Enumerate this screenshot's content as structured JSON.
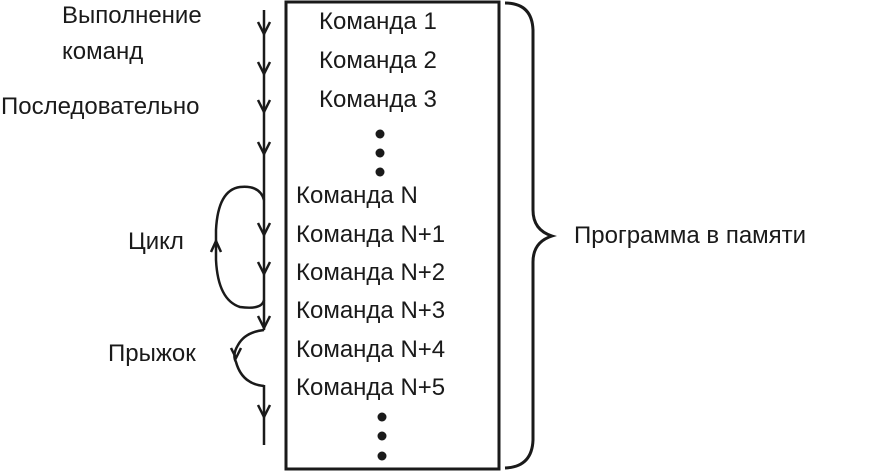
{
  "labels": {
    "execution_line1": "Выполнение",
    "execution_line2": "команд",
    "sequential": "Последовательно",
    "loop": "Цикл",
    "jump": "Прыжок",
    "program_in_memory": "Программа в памяти"
  },
  "commands": [
    "Команда 1",
    "Команда 2",
    "Команда 3",
    "Команда N",
    "Команда N+1",
    "Команда N+2",
    "Команда N+3",
    "Команда N+4",
    "Команда N+5"
  ],
  "colors": {
    "stroke": "#1a1a1a",
    "background": "#ffffff"
  }
}
